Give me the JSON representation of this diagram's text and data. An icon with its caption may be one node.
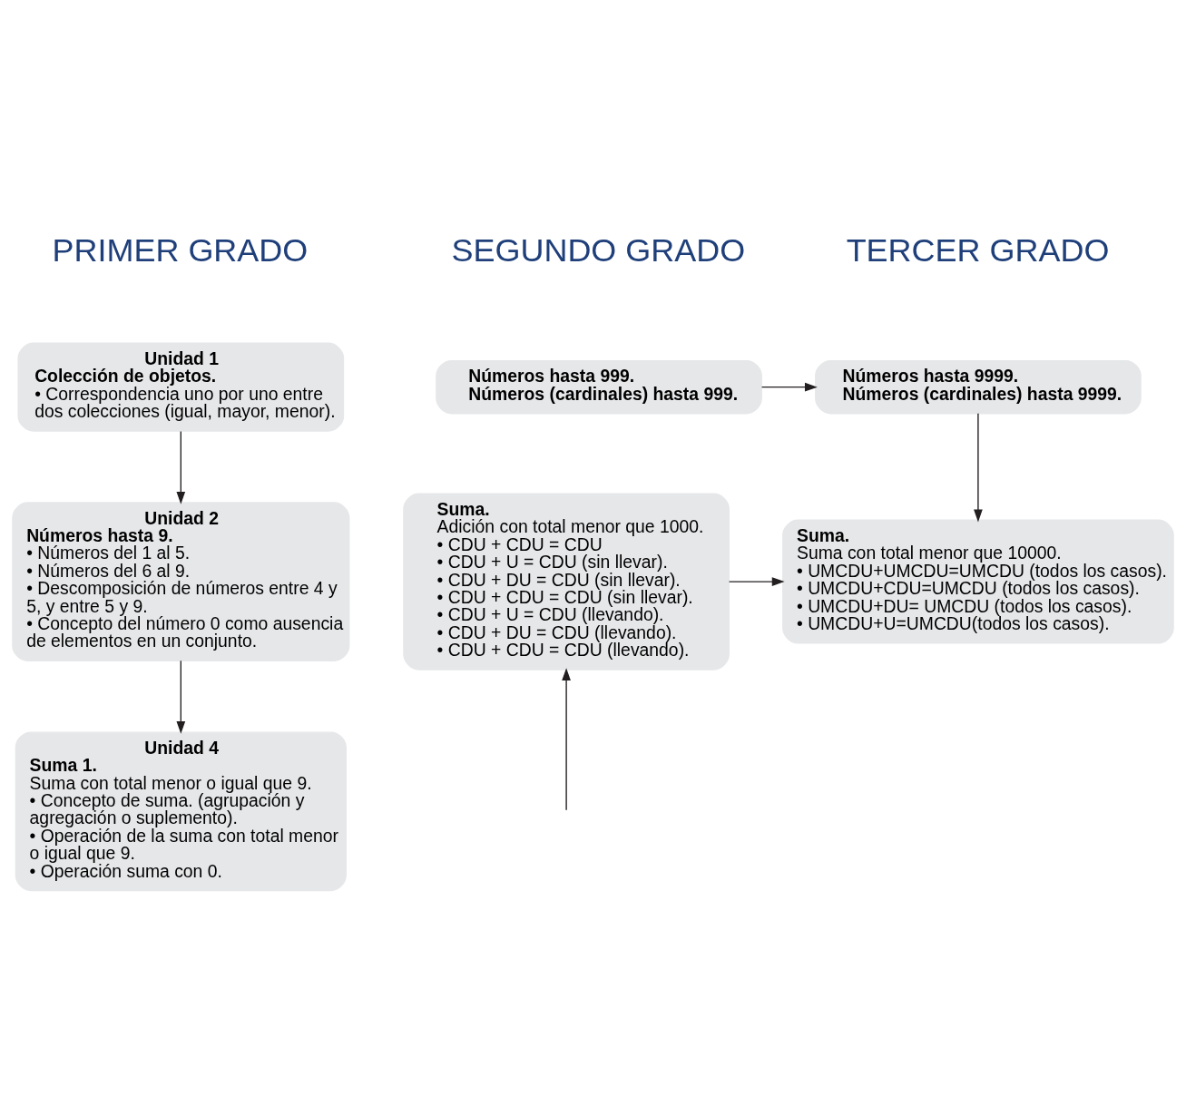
{
  "diagram": {
    "nodes": [
      {
        "text": [
          "Unidad 1",
          "Colección de objetos.",
          "• Correspondencia uno por uno entre dos colecciones (igual, mayor, menor)."
        ]
      },
      {
        "text": [
          "Números hasta 999.",
          "Números (cardinales) hasta 999."
        ]
      },
      {
        "text": [
          "Números hasta 9999.",
          "Números (cardinales) hasta 9999."
        ]
      },
      {
        "text": [
          "Unidad 2",
          "Números hasta 9.",
          "• Números del 1 al 5.",
          "• Números del 6 al 9.",
          "• Descomposición de números entre 4 y 5, y entre 5 y 9.",
          "• Concepto del número 0 como ausencia de elementos en un conjunto."
        ]
      },
      {
        "text": [
          "Suma.",
          "Adición con total menor que 1000.",
          "• CDU + CDU = CDU",
          "• CDU + U = CDU (sin llevar).",
          "• CDU + DU = CDU (sin llevar).",
          "• CDU + CDU = CDU (sin llevar).",
          "• CDU + U = CDU (llevando).",
          "• CDU + DU = CDU (llevando).",
          "• CDU + CDU = CDU (llevando)."
        ]
      },
      {
        "text": [
          "Suma.",
          "Suma con total menor que 10000.",
          "• UMCDU+UMCDU=UMCDU (todos los casos).",
          "• UMCDU+CDU=UMCDU (todos los casos).",
          "• UMCDU+DU= UMCDU (todos los casos).",
          "• UMCDU+U=UMCDU(todos los casos)."
        ]
      },
      {
        "text": [
          "Unidad 4",
          "Suma 1.",
          "Suma con total menor o igual que 9.",
          "• Concepto de suma. (agrupación y agregación o suplemento).",
          "• Operación de la suma con total menor o igual que 9.",
          "• Operación suma con 0."
        ]
      }
    ],
    "edges": [
      {
        "from": 0,
        "to": 3,
        "arrow": "to"
      },
      {
        "from": 3,
        "to": 6,
        "arrow": "to"
      },
      {
        "from": 1,
        "to": 2,
        "arrow": "to"
      },
      {
        "from": 2,
        "to": 5,
        "arrow": "to"
      },
      {
        "from": 4,
        "to": 5,
        "arrow": "to"
      },
      {
        "from": null,
        "to": 4,
        "arrow": "to"
      }
    ],
    "labels": [
      "PRIMER GRADO",
      "SEGUNDO GRADO",
      "TERCER GRADO"
    ]
  }
}
